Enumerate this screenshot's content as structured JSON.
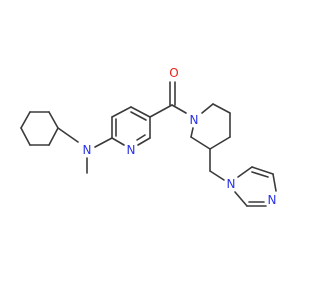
{
  "molecule": {
    "atoms": {
      "O": "O",
      "N_amide": "N",
      "N_pyridine": "N",
      "N_amine": "N",
      "N_imid_1": "N",
      "N_imid_3": "N"
    },
    "colors": {
      "bond": "#3a3a3a",
      "oxygen": "#e8231b",
      "nitrogen": "#2a32e8"
    }
  }
}
